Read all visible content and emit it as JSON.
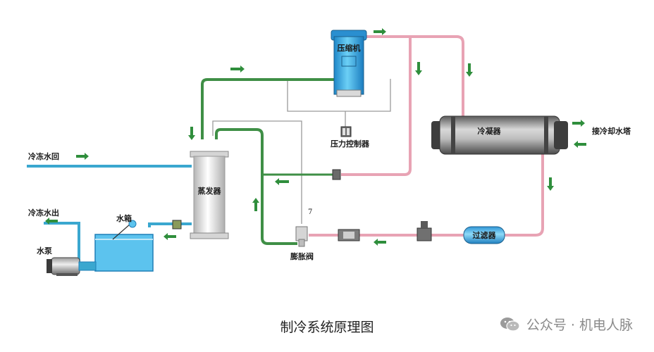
{
  "labels": {
    "compressor": "压缩机",
    "pressure_controller": "压力控制器",
    "condenser": "冷凝器",
    "to_cooling_tower": "接冷却水塔",
    "evaporator": "蒸发器",
    "chilled_water_return": "冷冻水回",
    "chilled_water_out": "冷冻水出",
    "water_tank": "水箱",
    "water_pump": "水泵",
    "expansion_valve": "膨胀阀",
    "filter": "过滤器",
    "valve_mark": "7"
  },
  "caption": "制冷系统原理图",
  "watermark": {
    "text": "公众号 · 机电人脉",
    "icon": "wechat-icon"
  },
  "colors": {
    "refrigerant_liquid_line": "#e8a3b4",
    "refrigerant_suction_line": "#3f8f46",
    "chilled_water_line": "#3aa7cf",
    "control_line": "#9a9a9a",
    "flow_arrow": "#2f8e3c",
    "compressor_body": "#39a9df",
    "tank_water": "#5cc3ee"
  }
}
